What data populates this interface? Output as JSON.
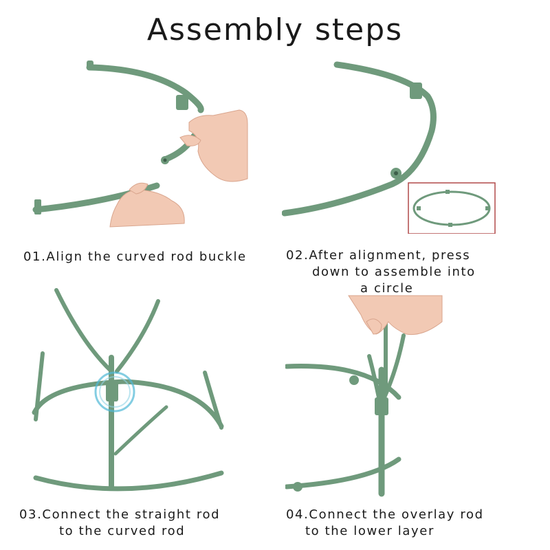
{
  "title": "Assembly steps",
  "steps": [
    {
      "caption_lines": [
        "01.Align the curved rod buckle"
      ]
    },
    {
      "caption_lines": [
        "02.After alignment, press",
        "down to assemble into",
        "a circle"
      ]
    },
    {
      "caption_lines": [
        "03.Connect the straight rod",
        "to the curved rod"
      ]
    },
    {
      "caption_lines": [
        "04.Connect the overlay rod",
        "to the lower layer"
      ]
    }
  ],
  "colors": {
    "rod": "#6f9a7c",
    "highlight": "#4fb8d6",
    "inset_border": "#b04848"
  }
}
